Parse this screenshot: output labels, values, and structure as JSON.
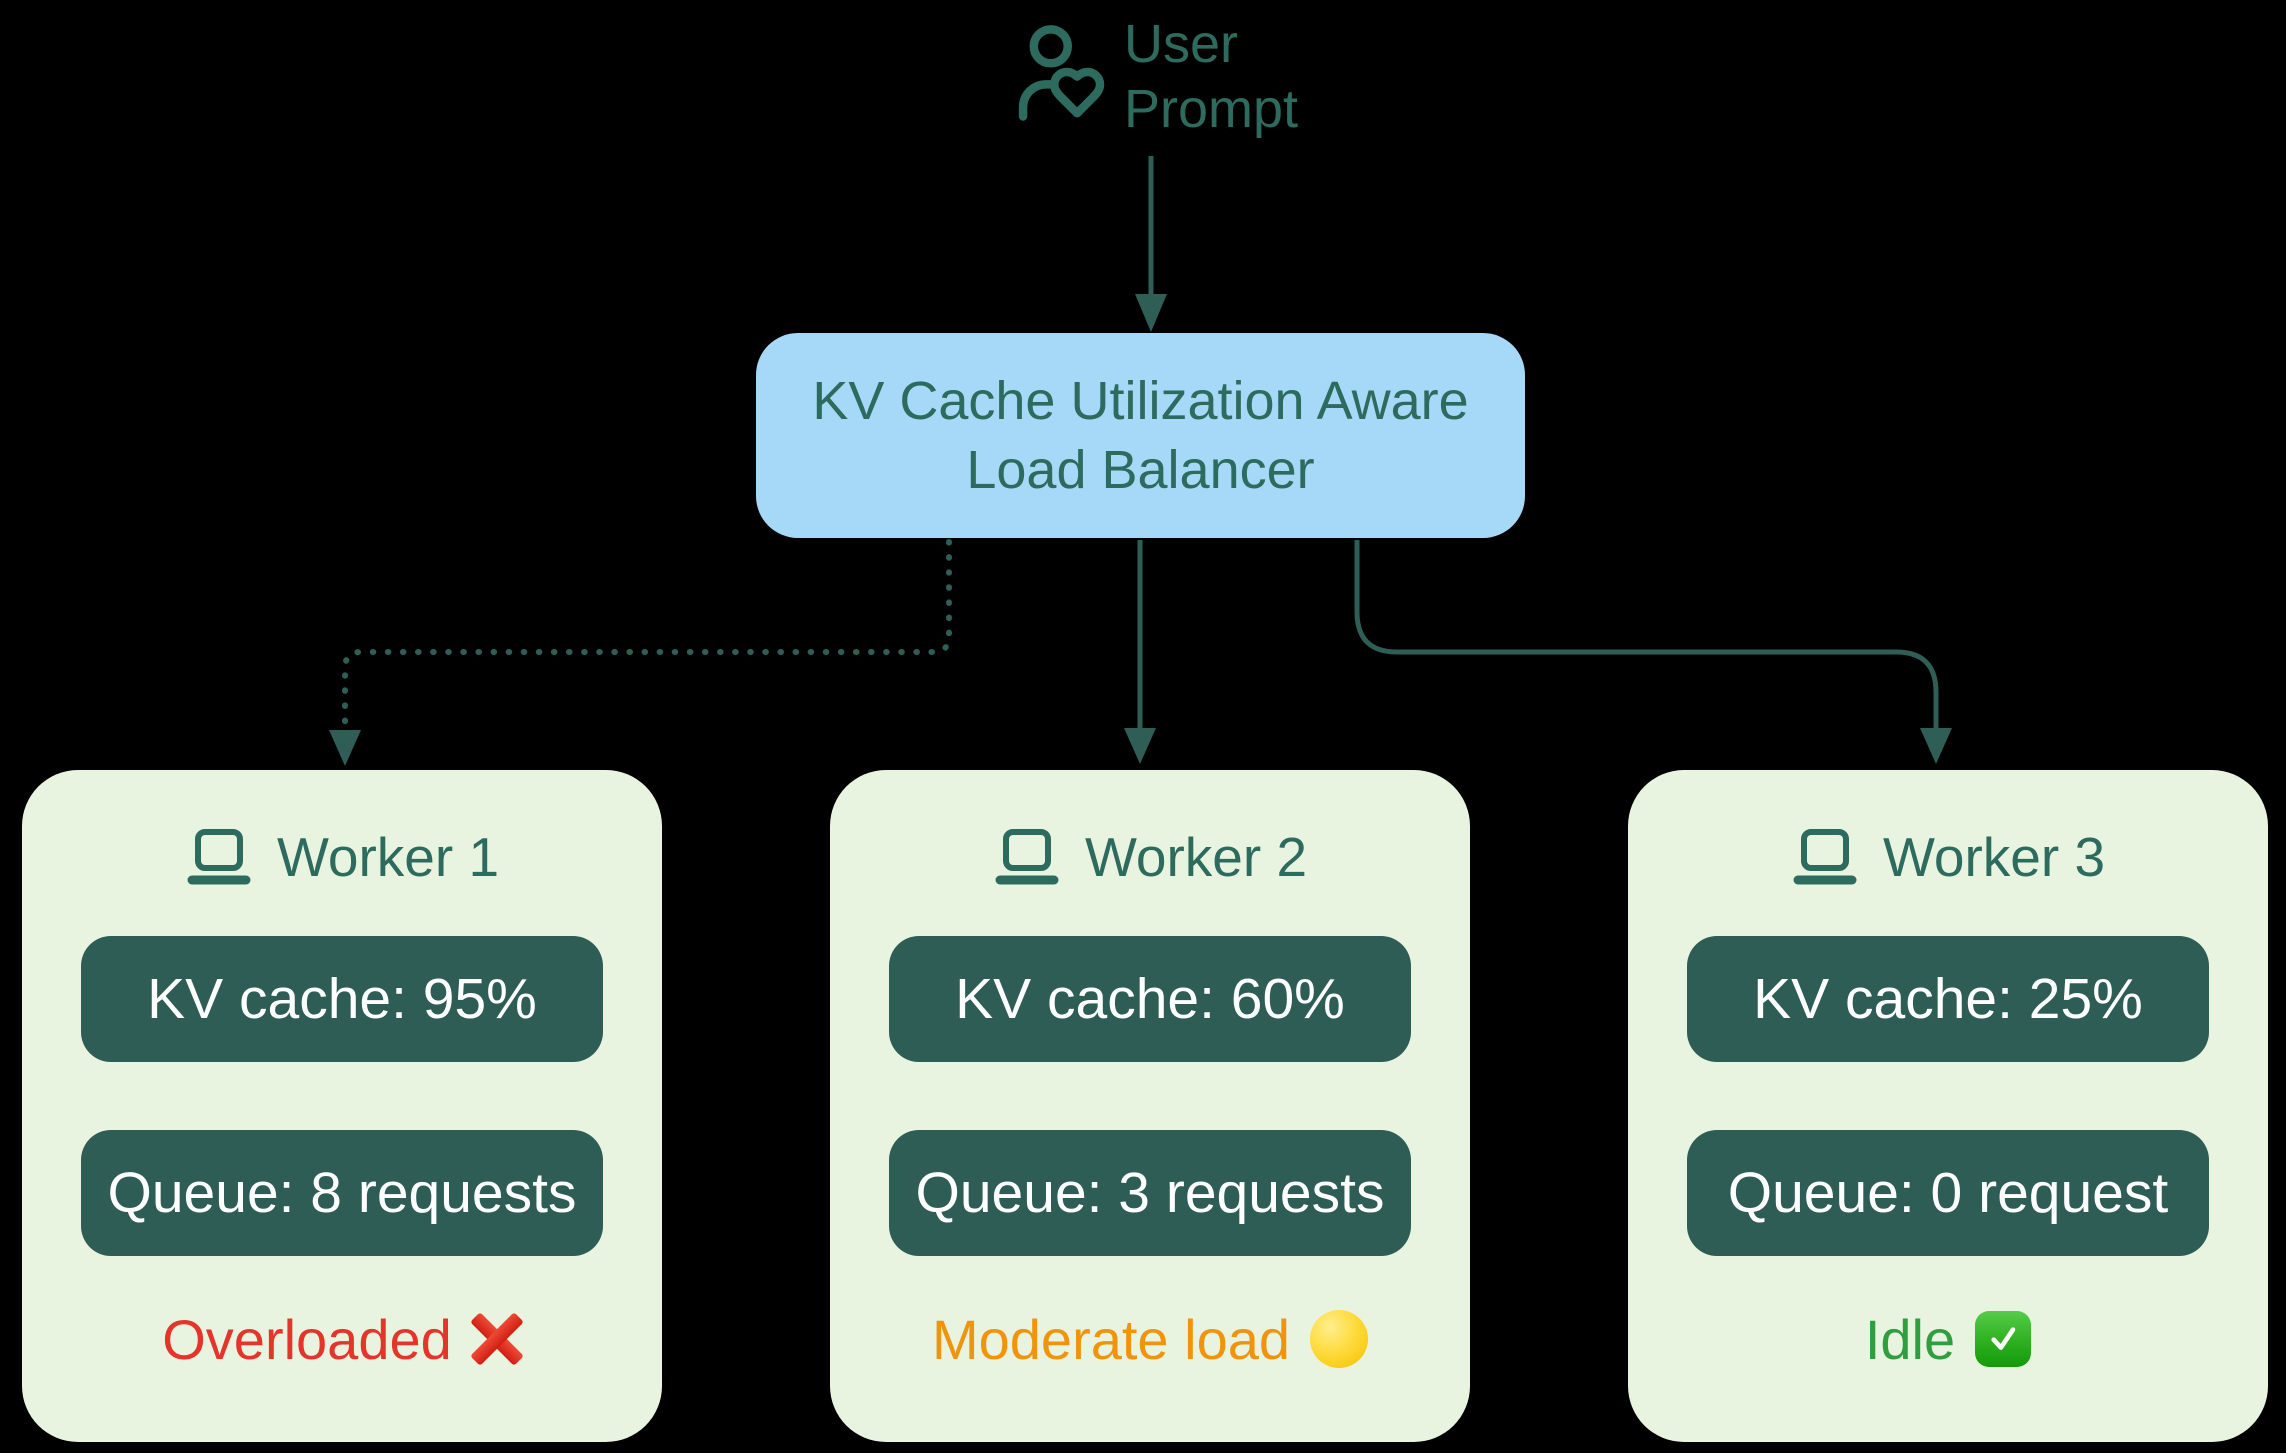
{
  "colors": {
    "background": "#000000",
    "teal": "#2d6b5e",
    "line": "#2e5e56",
    "balancer_bg": "#a6d8f8",
    "card_bg": "#e9f4e0",
    "pill_bg": "#2e5d55",
    "pill_text": "#ffffff",
    "overloaded_red": "#e5352b",
    "moderate_orange": "#f0940c",
    "idle_green": "#2f9e3f"
  },
  "user_prompt": {
    "label": "User Prompt"
  },
  "load_balancer": {
    "label": "KV Cache Utilization Aware Load Balancer"
  },
  "workers": [
    {
      "name": "Worker 1",
      "kv_cache": "KV cache: 95%",
      "queue": "Queue: 8 requests",
      "status": "Overloaded",
      "status_icon": "cross-mark",
      "status_color": "#e5352b",
      "connector_style": "dotted"
    },
    {
      "name": "Worker 2",
      "kv_cache": "KV cache: 60%",
      "queue": "Queue: 3 requests",
      "status": "Moderate load",
      "status_icon": "yellow-circle",
      "status_color": "#f0940c",
      "connector_style": "solid"
    },
    {
      "name": "Worker 3",
      "kv_cache": "KV cache: 25%",
      "queue": "Queue: 0 request",
      "status": "Idle",
      "status_icon": "check-mark",
      "status_color": "#2f9e3f",
      "connector_style": "solid"
    }
  ]
}
